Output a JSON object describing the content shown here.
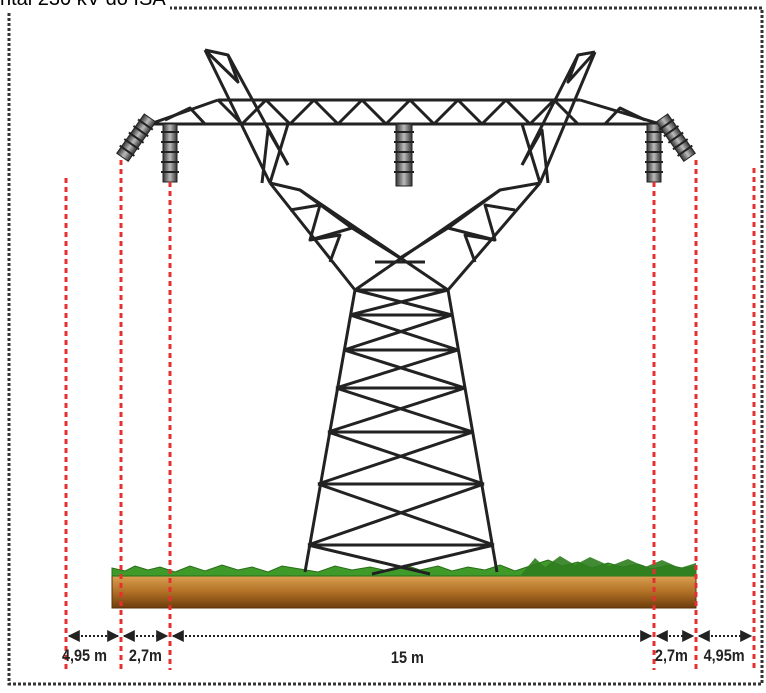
{
  "title": "ntal 230 kV do ISA",
  "dimensions": {
    "left_outer": "4,95 m",
    "left_inner": "2,7m",
    "center": "15 m",
    "right_inner": "2,7m",
    "right_outer": "4,95m"
  },
  "colors": {
    "tower": "#222222",
    "clearance_line": "#e63030",
    "ground_top": "#c98a3a",
    "ground_bottom": "#7a4510",
    "grass": "#3f9a2a",
    "frame": "#333333"
  }
}
